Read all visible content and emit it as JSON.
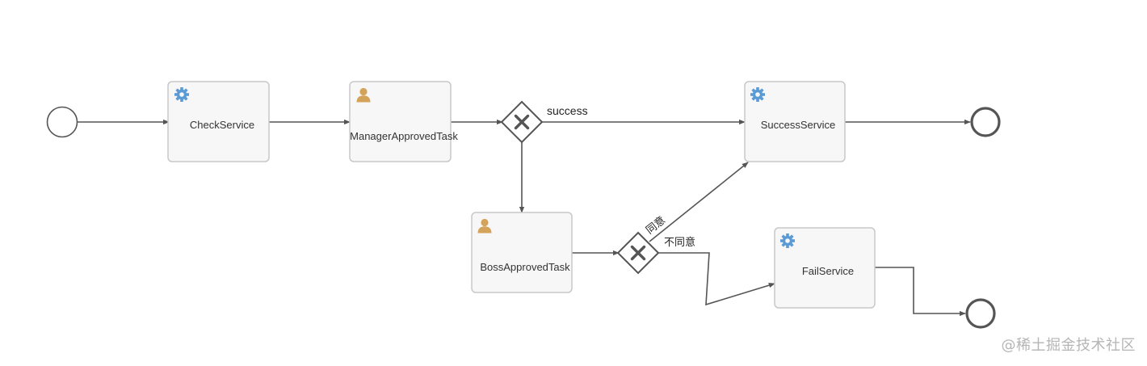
{
  "diagram": {
    "tasks": [
      {
        "id": "check",
        "type": "service",
        "label": "CheckService",
        "icon": "gear-icon"
      },
      {
        "id": "manager",
        "type": "user",
        "label": "ManagerApprovedTask",
        "icon": "user-icon"
      },
      {
        "id": "boss",
        "type": "user",
        "label": "BossApprovedTask",
        "icon": "user-icon"
      },
      {
        "id": "success",
        "type": "service",
        "label": "SuccessService",
        "icon": "gear-icon"
      },
      {
        "id": "fail",
        "type": "service",
        "label": "FailService",
        "icon": "gear-icon"
      }
    ],
    "gateways": [
      {
        "id": "gw1",
        "type": "exclusive"
      },
      {
        "id": "gw2",
        "type": "exclusive"
      }
    ],
    "flow_labels": {
      "success": "success",
      "agree": "同意",
      "disagree": "不同意"
    },
    "colors": {
      "gear": "#5b9bd5",
      "user": "#d4a35a",
      "flow": "#555555"
    }
  },
  "watermark": "@稀土掘金技术社区"
}
